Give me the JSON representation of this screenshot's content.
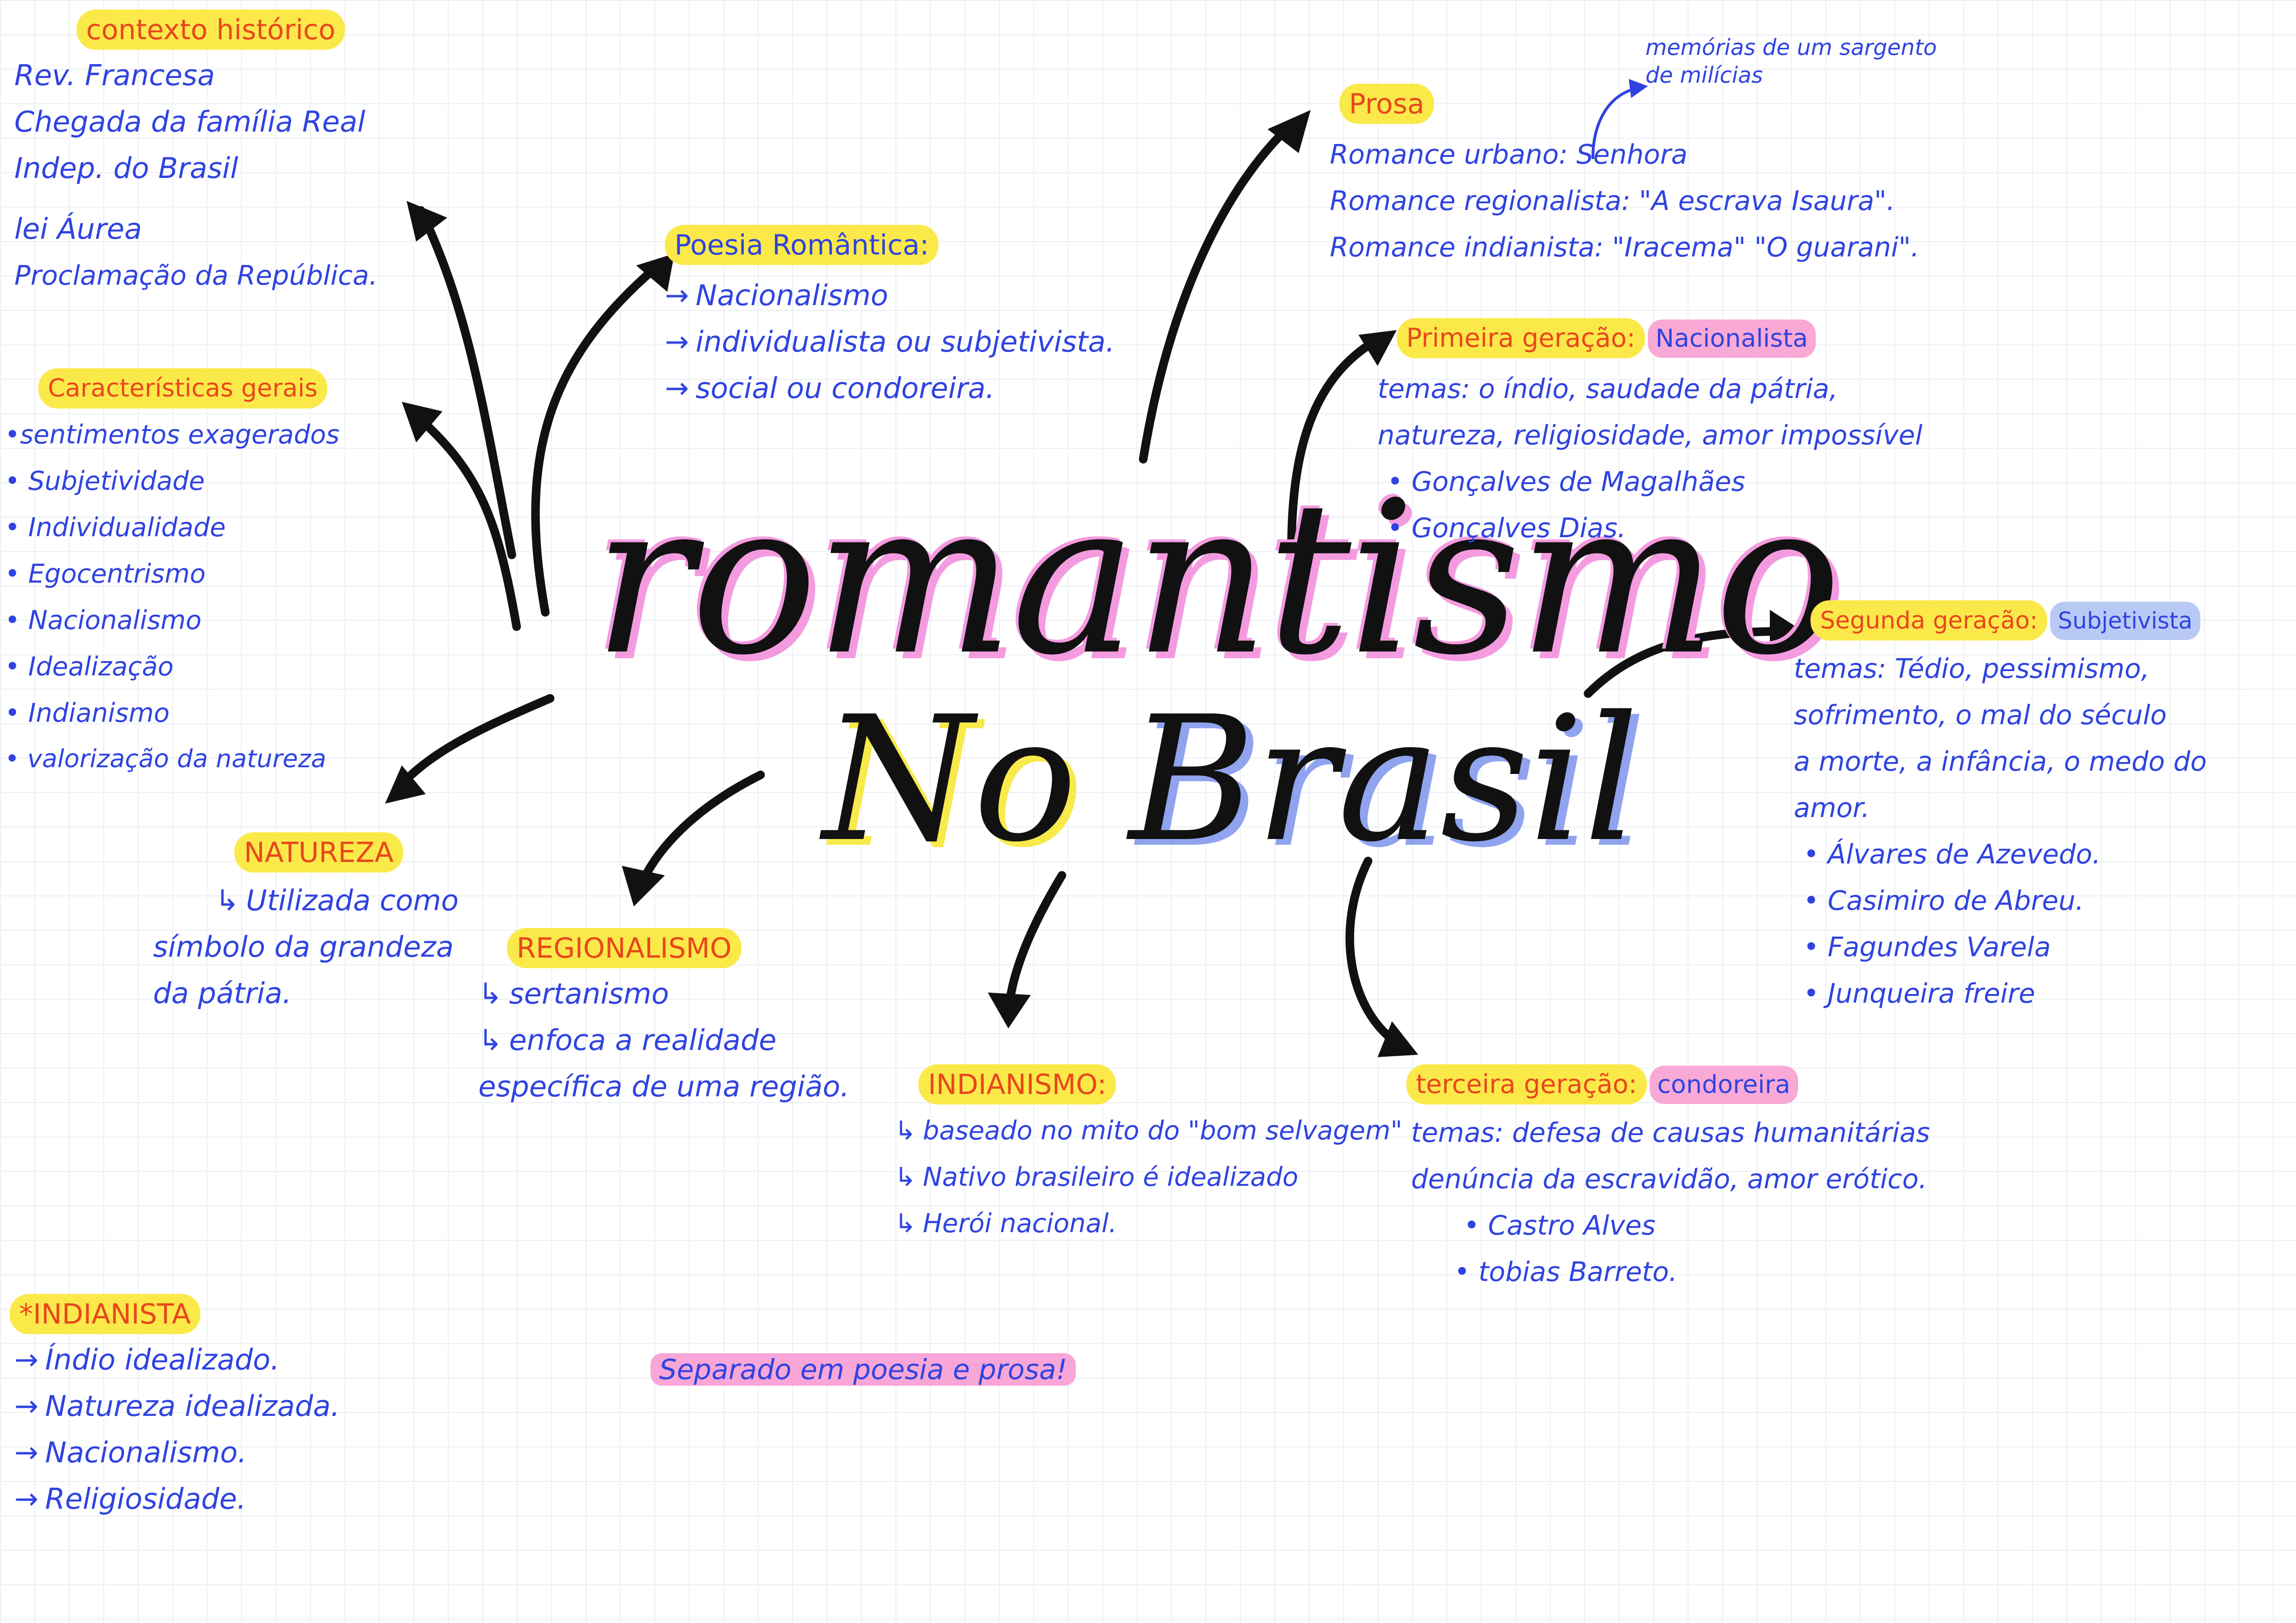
{
  "title": {
    "line1": "romantismo",
    "line2a": "No",
    "line2b": "Brasil"
  },
  "contexto": {
    "heading": "contexto histórico",
    "items": [
      "Rev. Francesa",
      "Chegada da família Real",
      "Indep. do Brasil",
      "lei Áurea",
      "Proclamação da República."
    ]
  },
  "caracteristicas": {
    "heading": "Características gerais",
    "items": [
      "•sentimentos exagerados",
      "• Subjetividade",
      "• Individualidade",
      "• Egocentrismo",
      "• Nacionalismo",
      "• Idealização",
      "• Indianismo",
      "• valorização da natureza"
    ]
  },
  "poesia": {
    "heading": "Poesia Romântica:",
    "items": [
      "Nacionalismo",
      "individualista ou subjetivista.",
      "social ou condoreira."
    ]
  },
  "prosa": {
    "heading": "Prosa",
    "note": "memórias de um sargento de milícias",
    "items": [
      "Romance urbano: Senhora",
      "Romance regionalista: \"A escrava Isaura\".",
      "Romance indianista: \"Iracema\" \"O guarani\"."
    ]
  },
  "primeira": {
    "heading": "Primeira geração:",
    "tag": "Nacionalista",
    "items": [
      "temas: o índio, saudade da pátria,",
      "natureza, religiosidade, amor impossível",
      "• Gonçalves de Magalhães",
      "• Gonçalves Dias."
    ]
  },
  "segunda": {
    "heading": "Segunda geração:",
    "tag": "Subjetivista",
    "items": [
      "temas: Tédio, pessimismo,",
      "sofrimento, o mal do século",
      "a morte, a infância, o medo do",
      "amor.",
      "• Álvares de Azevedo.",
      "• Casimiro de Abreu.",
      "• Fagundes Varela",
      "• Junqueira freire"
    ]
  },
  "terceira": {
    "heading": "terceira geração:",
    "tag": "condoreira",
    "items": [
      "temas: defesa de causas humanitárias",
      "denúncia da escravidão, amor erótico.",
      "• Castro Alves",
      "• tobias Barreto."
    ]
  },
  "natureza": {
    "heading": "NATUREZA",
    "items": [
      "Utilizada como",
      "símbolo da grandeza",
      "da pátria."
    ]
  },
  "regionalismo": {
    "heading": "REGIONALISMO",
    "items": [
      "sertanismo",
      "enfoca a realidade",
      "específica de uma região."
    ]
  },
  "indianismo": {
    "heading": "INDIANISMO:",
    "items": [
      "baseado no mito do \"bom selvagem\"",
      "Nativo brasileiro é idealizado",
      "Herói nacional."
    ]
  },
  "indianista": {
    "heading": "*INDIANISTA",
    "items": [
      "Índio idealizado.",
      "Natureza idealizada.",
      "Nacionalismo.",
      "Religiosidade."
    ]
  },
  "footer_note": "Separado em poesia e prosa!",
  "colors": {
    "ink": "#2f43e0",
    "heading": "#e8471c",
    "yellow": "#fbe94a",
    "pink": "#f7a6d7",
    "blue": "#b9c9f5"
  }
}
